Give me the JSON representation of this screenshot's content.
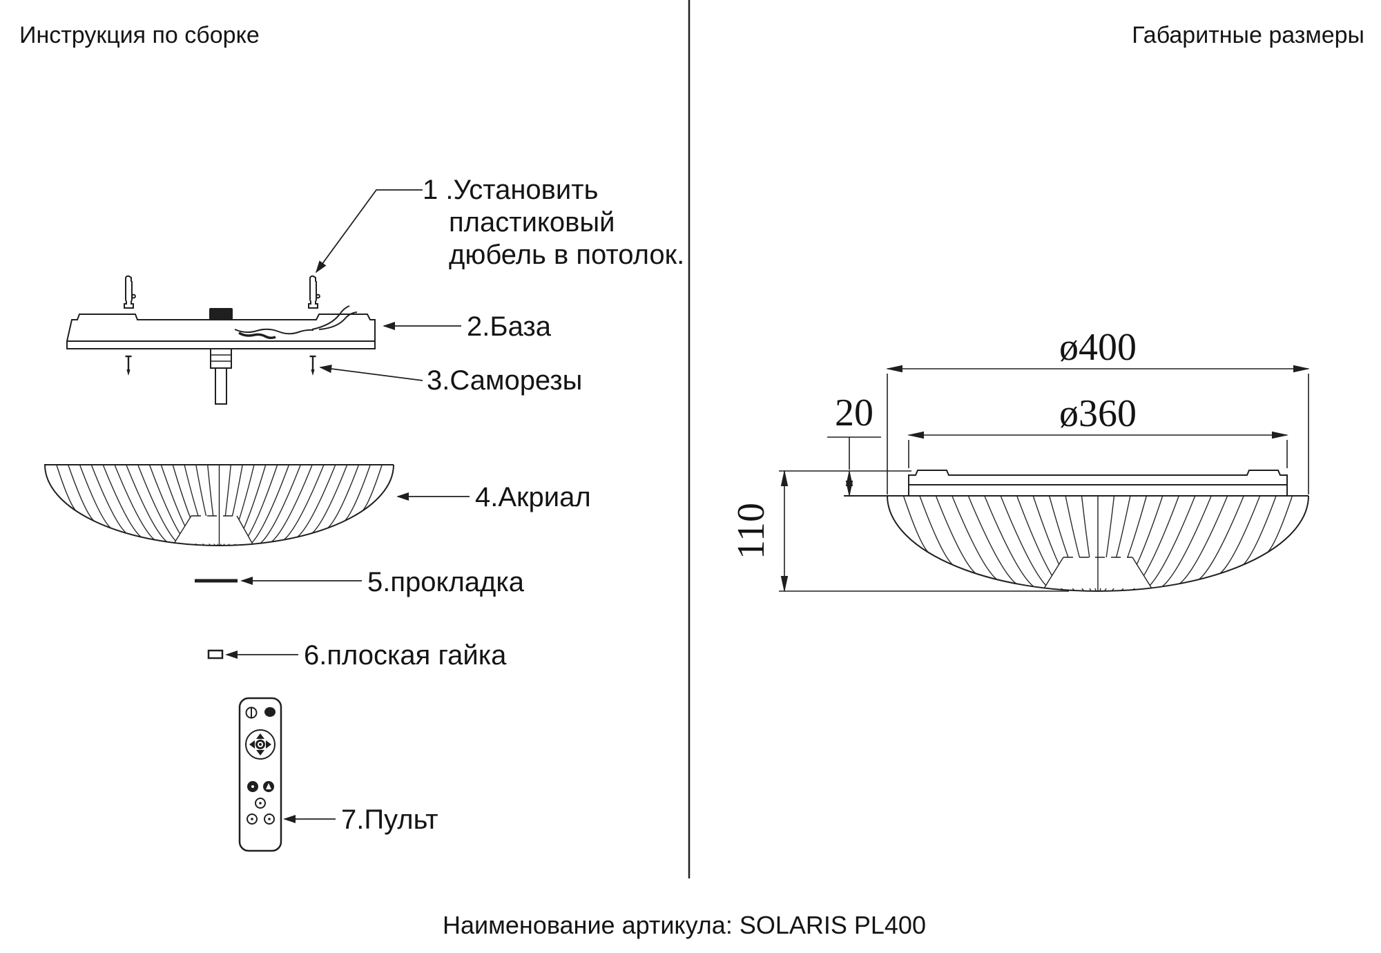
{
  "titles": {
    "left": "Инструкция по сборке",
    "right": "Габаритные размеры"
  },
  "footer": {
    "caption": "Наименование артикула: SOLARIS PL400"
  },
  "assembly": {
    "step1": {
      "line1": "1 .Установить",
      "line2": "пластиковый",
      "line3": "дюбель в потолок."
    },
    "step2": "2.База",
    "step3": "3.Саморезы",
    "step4": "4.Акриал",
    "step5": "5.прокладка",
    "step6": "6.плоская гайка",
    "step7": "7.Пульт"
  },
  "dimensions": {
    "outer_diameter": "ø400",
    "inner_diameter": "ø360",
    "base_height": "20",
    "total_height": "110"
  },
  "colors": {
    "ink": "#1f1f1f",
    "background": "#ffffff"
  }
}
